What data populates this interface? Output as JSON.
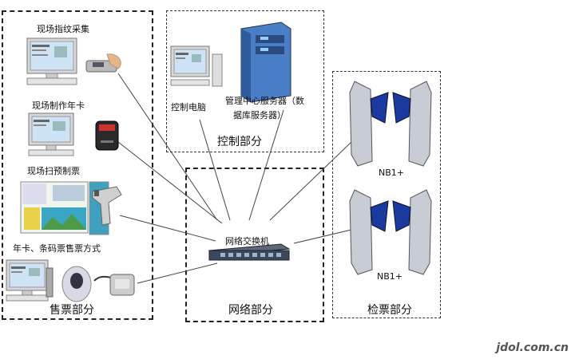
{
  "sections": {
    "ticketing": "售票部分",
    "control": "控制部分",
    "network": "网络部分",
    "gate": "检票部分"
  },
  "labels": {
    "fingerprint": "现场指纹采集",
    "annual_card": "现场制作年卡",
    "scan_ticket": "现场扫预制票",
    "sales_methods": "年卡、条码票售票方式",
    "control_pc": "控制电脑",
    "server_line1": "管理中心服务器（数",
    "server_line2": "据库服务器）",
    "switch": "网络交换机",
    "gate1": "NB1+",
    "gate2": "NB1+"
  },
  "watermark": "jdol.com.cn",
  "colors": {
    "server": "#4a7fc8",
    "gate_wing": "#1b3aa0",
    "screen": "#cfe3f7",
    "switch": "#3a4a5a"
  }
}
